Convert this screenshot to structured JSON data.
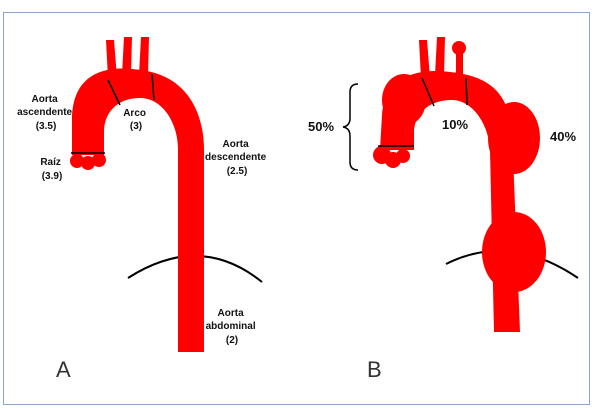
{
  "colors": {
    "aorta": "#ff0000",
    "outline": "#000000",
    "frame": "#8aa7c9"
  },
  "panel_a": {
    "letter": "A",
    "labels": {
      "ascendente": [
        "Aorta",
        "ascendente",
        "(3.5)"
      ],
      "arco": [
        "Arco",
        "(3)"
      ],
      "raiz": [
        "Raíz",
        "(3.9)"
      ],
      "descendente": [
        "Aorta",
        "descendente",
        "(2.5)"
      ],
      "abdominal": [
        "Aorta",
        "abdominal",
        "(2)"
      ]
    }
  },
  "panel_b": {
    "letter": "B",
    "percent_root": "50%",
    "percent_arch": "10%",
    "percent_descending": "40%"
  }
}
